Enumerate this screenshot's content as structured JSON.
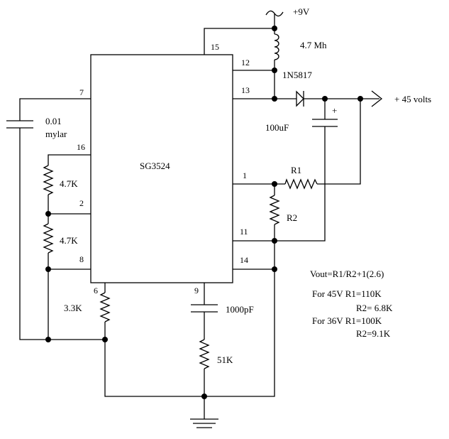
{
  "ic": {
    "name": "SG3524"
  },
  "pins": {
    "p1": "1",
    "p2": "2",
    "p6": "6",
    "p7": "7",
    "p8": "8",
    "p9": "9",
    "p11": "11",
    "p12": "12",
    "p13": "13",
    "p14": "14",
    "p15": "15",
    "p16": "16"
  },
  "supply": {
    "label": "+9V"
  },
  "inductor": {
    "label": "4.7 Mh"
  },
  "diode": {
    "label": "1N5817"
  },
  "output": {
    "label": "+ 45 volts"
  },
  "cap_out": {
    "label": "100uF",
    "polarity": "+"
  },
  "cap_timing": {
    "value": "0.01",
    "type": "mylar"
  },
  "resistors": {
    "r_top": "4.7K",
    "r_mid": "4.7K",
    "r_pin6": "3.3K",
    "r_comp": "51K",
    "r1": "R1",
    "r2": "R2"
  },
  "cap_comp": {
    "label": "1000pF"
  },
  "notes": {
    "formula": "Vout=R1/R2+1(2.6)",
    "line45a": "For 45V  R1=110K",
    "line45b": "R2= 6.8K",
    "line36a": "For 36V  R1=100K",
    "line36b": "R2=9.1K"
  }
}
